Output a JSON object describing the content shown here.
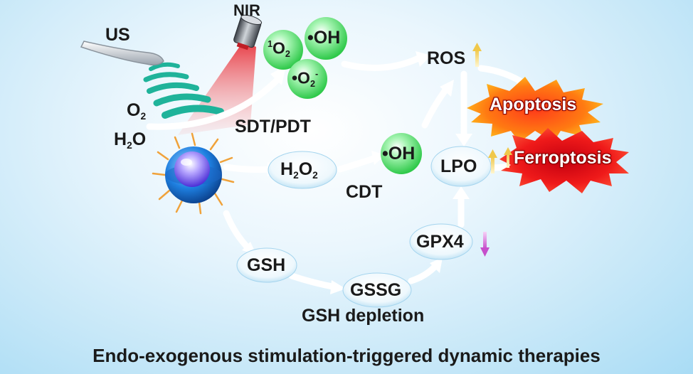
{
  "labels": {
    "us": "US",
    "nir": "NIR",
    "o2_prefix": "O",
    "o2_sub": "2",
    "h2o_h": "H",
    "h2o_sub": "2",
    "h2o_o": "O",
    "sdt_pdt": "SDT/PDT",
    "singlet_o2_sup": "1",
    "singlet_o2_o": "O",
    "singlet_o2_sub": "2",
    "hydroxyl_top": "•OH",
    "superoxide_main": "•O",
    "superoxide_sub": "2",
    "superoxide_sup": "-",
    "h2o2_h": "H",
    "h2o2_sub1": "2",
    "h2o2_o": "O",
    "h2o2_sub2": "2",
    "hydroxyl_cdt": "•OH",
    "cdt": "CDT",
    "ros": "ROS",
    "lpo": "LPO",
    "gpx4": "GPX4",
    "gsh": "GSH",
    "gssg": "GSSG",
    "gsh_depletion": "GSH depletion",
    "apoptosis": "Apoptosis",
    "ferroptosis": "Ferroptosis"
  },
  "indicators": {
    "ros": "up",
    "lpo": "up",
    "gpx4": "down",
    "ferroptosis": "up"
  },
  "caption": "Endo-exogenous stimulation-triggered dynamic therapies",
  "colors": {
    "green_bubble": "#3fdc5a",
    "laser": "#e8323a",
    "ultrasound": "#1fb39a",
    "nanoparticle_core": "#6a4cff",
    "nanoparticle_shell": "#1e7fe0",
    "burst_orange": "#ff8c1a",
    "burst_red": "#e3121a",
    "up_arrow": "#f5d86a",
    "down_arrow": "#d66ad9"
  }
}
